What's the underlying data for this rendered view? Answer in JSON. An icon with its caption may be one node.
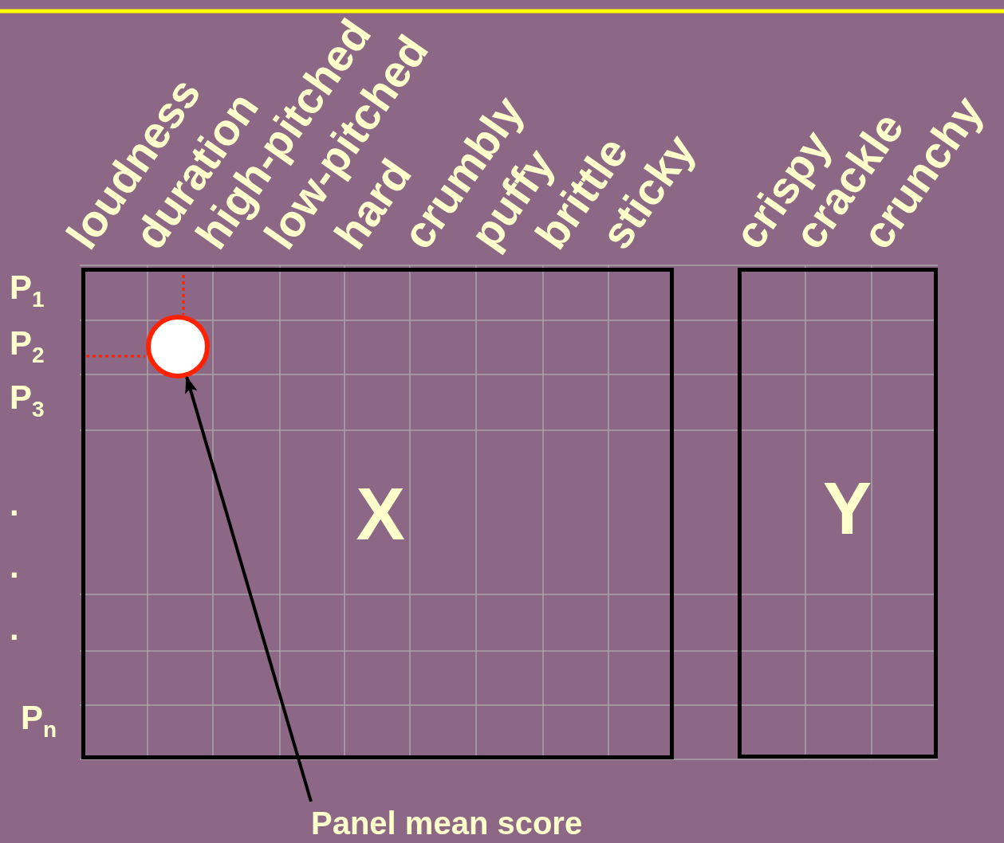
{
  "diagram": {
    "nodes": [
      {
        "text": [
          "X"
        ]
      },
      {
        "text": [
          "Y"
        ]
      },
      {
        "text": [],
        "shape": "circle",
        "in": 0
      },
      {
        "text": [
          "Panel mean score"
        ]
      }
    ],
    "edges": [
      {
        "from": 3,
        "to": 2,
        "arrow": "to"
      }
    ],
    "labels": [
      "loudness",
      "duration",
      "high-pitched",
      "low-pitched",
      "hard",
      "crumbly",
      "puffy",
      "brittle",
      "sticky",
      "crispy",
      "crackle",
      "crunchy",
      "P$_{1}$",
      "P$_{2}$",
      "P$_{3}$",
      ".",
      ".",
      ".",
      "P$_{n}$"
    ]
  }
}
